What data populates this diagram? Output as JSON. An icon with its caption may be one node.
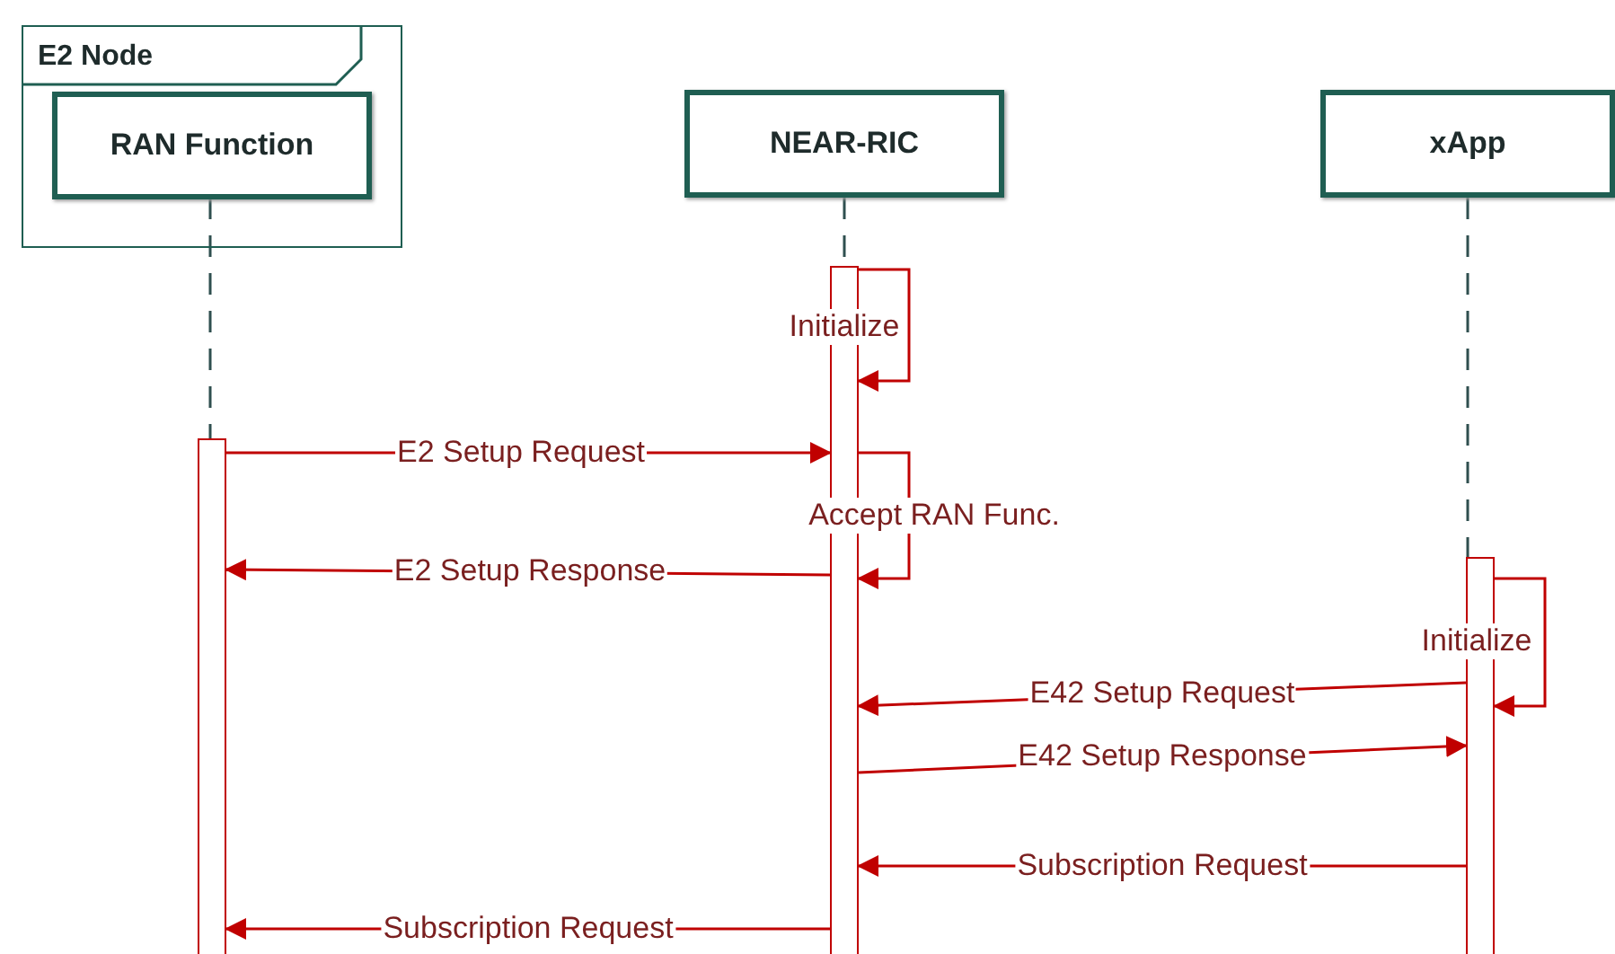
{
  "diagram": {
    "nodes": [
      {
        "text": [
          "E2 Node"
        ]
      },
      {
        "text": [
          "RAN Function"
        ],
        "in": 0
      },
      {
        "text": [
          "NEAR-RIC"
        ]
      },
      {
        "text": [
          "xApp"
        ]
      },
      {
        "text": [],
        "shape": "bar"
      },
      {
        "text": [],
        "shape": "bar"
      },
      {
        "text": [],
        "shape": "bar"
      }
    ],
    "edges": [
      {
        "from": 1,
        "to": 4,
        "arrow": "none",
        "style": "dashed",
        "color": "#2f4f4f"
      },
      {
        "from": 2,
        "to": 5,
        "arrow": "none",
        "style": "dashed",
        "color": "#2f4f4f"
      },
      {
        "from": 3,
        "to": 6,
        "arrow": "none",
        "style": "dashed",
        "color": "#2f4f4f"
      },
      {
        "from": 5,
        "to": 5,
        "arrow": "to",
        "label": "Initialize"
      },
      {
        "from": 4,
        "to": 5,
        "arrow": "to",
        "label": "E2 Setup Request"
      },
      {
        "from": 5,
        "to": 5,
        "arrow": "to",
        "label": "Accept RAN Func."
      },
      {
        "from": 5,
        "to": 4,
        "arrow": "to",
        "label": "E2 Setup Response"
      },
      {
        "from": 6,
        "to": 6,
        "arrow": "to",
        "label": "Initialize"
      },
      {
        "from": 6,
        "to": 5,
        "arrow": "to",
        "label": "E42 Setup Request"
      },
      {
        "from": 5,
        "to": 6,
        "arrow": "to",
        "label": "E42 Setup Response"
      },
      {
        "from": 6,
        "to": 5,
        "arrow": "to",
        "label": "Subscription Request"
      },
      {
        "from": 5,
        "to": 4,
        "arrow": "to",
        "label": "Subscription Request"
      }
    ]
  }
}
